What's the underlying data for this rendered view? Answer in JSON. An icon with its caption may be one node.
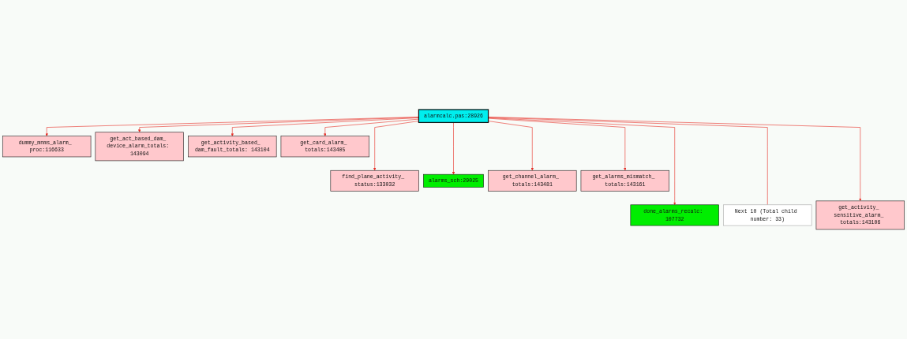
{
  "diagram": {
    "nodes": [
      {
        "text": [
          "dummy_mnms_alarm_ proc:116633"
        ]
      },
      {
        "text": [
          "find_plane_activity_ status:133032"
        ]
      },
      {
        "text": [
          "done_alarms_recalc: 107732"
        ]
      },
      {
        "text": [
          "get_act_based_dam_ device_alarm_totals: 143094"
        ]
      },
      {
        "text": [
          "alarms_sch:29025"
        ]
      },
      {
        "text": [
          "alarmcalc.pas:28926"
        ]
      },
      {
        "text": [
          "Next 10 (Total child number: 33)"
        ]
      },
      {
        "text": [
          "get_activity_based_ dam_fault_totals: 143104"
        ]
      },
      {
        "text": [
          "get_channel_alarm_ totals:143481"
        ]
      },
      {
        "text": [
          "get_activity_ sensitive_alarm_ totals:143106"
        ]
      },
      {
        "text": [
          "get_card_alarm_ totals:143405"
        ]
      },
      {
        "text": [
          "get_alarms_mismatch_ totals:143161"
        ]
      }
    ],
    "edges": [
      {
        "from": 5,
        "to": 0,
        "arrow": "to",
        "color": "#e8322a"
      },
      {
        "from": 5,
        "to": 1,
        "arrow": "to",
        "color": "#e8322a"
      },
      {
        "from": 5,
        "to": 2,
        "arrow": "to",
        "color": "#e8322a"
      },
      {
        "from": 5,
        "to": 3,
        "arrow": "to",
        "color": "#e8322a"
      },
      {
        "from": 5,
        "to": 4,
        "arrow": "to",
        "color": "#e8322a"
      },
      {
        "from": 5,
        "to": 6,
        "arrow": "none",
        "color": "#e8322a"
      },
      {
        "from": 5,
        "to": 7,
        "arrow": "to",
        "color": "#e8322a"
      },
      {
        "from": 5,
        "to": 8,
        "arrow": "to",
        "color": "#e8322a"
      },
      {
        "from": 5,
        "to": 9,
        "arrow": "to",
        "color": "#e8322a"
      },
      {
        "from": 5,
        "to": 10,
        "arrow": "to",
        "color": "#e8322a"
      },
      {
        "from": 5,
        "to": 11,
        "arrow": "to",
        "color": "#e8322a"
      }
    ]
  }
}
